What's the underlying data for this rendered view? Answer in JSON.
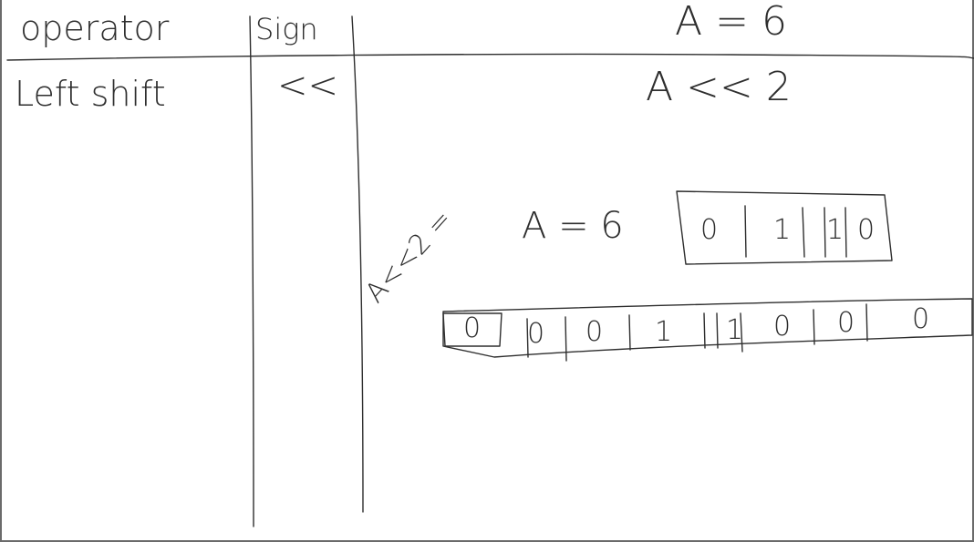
{
  "header": {
    "operator_label": "operator",
    "sign_label": "Sign",
    "example_label": "A = 6"
  },
  "row": {
    "operator": "Left shift",
    "sign": "<<",
    "expression": "A << 2"
  },
  "work": {
    "a_label": "A = 6",
    "a_bits": [
      "0",
      "1",
      "1",
      "0"
    ],
    "shift_label": "A<<2 =",
    "result_bits": [
      "0",
      "0",
      "0",
      "1",
      "1",
      "0",
      "0",
      "0"
    ]
  },
  "colors": {
    "ink": "#2e2e2e",
    "background": "#ffffff",
    "border": "#6b6b6b"
  }
}
